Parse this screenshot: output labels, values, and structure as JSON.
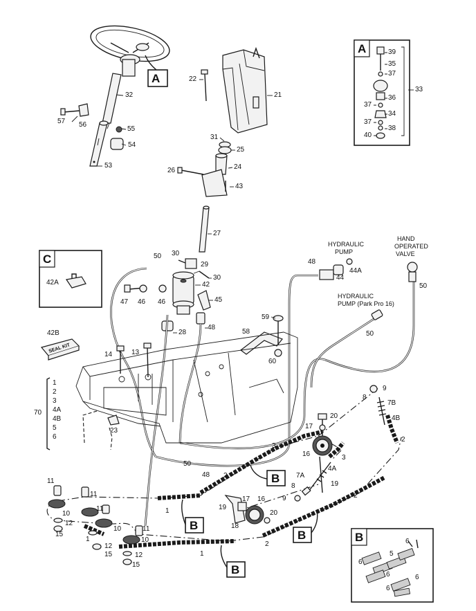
{
  "callouts": {
    "A": "A",
    "B": "B",
    "C": "C"
  },
  "captions": {
    "hydraulic_pump_1": "HYDRAULIC",
    "hydraulic_pump_2": "PUMP",
    "hand_valve_1": "HAND",
    "hand_valve_2": "OPERATED",
    "hand_valve_3": "VALVE",
    "hyd_pump_park_1": "HYDRAULIC",
    "hyd_pump_park_2": "PUMP (Park Pro 16)",
    "seal_kit": "SEAL KIT"
  },
  "kit_list": [
    "1",
    "2",
    "3",
    "4A",
    "4B",
    "5",
    "6"
  ],
  "part_labels": {
    "p32": "32",
    "p57": "57",
    "p56": "56",
    "p55": "55",
    "p54": "54",
    "p53": "53",
    "p22": "22",
    "p21": "21",
    "p31": "31",
    "p25": "25",
    "p26": "26",
    "p24": "24",
    "p43": "43",
    "p27": "27",
    "p30a": "30",
    "p29": "29",
    "p30b": "30",
    "p50a": "50",
    "p42": "42",
    "p45": "45",
    "p47": "47",
    "p46a": "46",
    "p46b": "46",
    "p28": "28",
    "p48a": "48",
    "p42a": "42A",
    "p42b": "42B",
    "p14": "14",
    "p13": "13",
    "p70": "70",
    "p23": "23",
    "p48b": "48",
    "p44": "44",
    "p44a": "44A",
    "p50b": "50",
    "p50c": "50",
    "p59": "59",
    "p58": "58",
    "p60": "60",
    "p9a": "9",
    "p8a": "8",
    "p7b": "7B",
    "p4b": "4B",
    "p2a": "2",
    "p20a": "20",
    "p17a": "17",
    "p16a": "16",
    "p3a": "3",
    "p3b": "3",
    "p4a": "4A",
    "p7a": "7A",
    "p8b": "8",
    "p9b": "9",
    "p19a": "19",
    "p50d": "50",
    "p48c": "48",
    "p2b": "2",
    "p2c": "2",
    "p2d": "2",
    "p19b": "19",
    "p17b": "17",
    "p16b": "16",
    "p20b": "20",
    "p18": "18",
    "p11a": "11",
    "p11b": "11",
    "p11c": "11",
    "p11d": "11",
    "p10a": "10",
    "p10b": "10",
    "p10c": "10",
    "p12a": "12",
    "p12b": "12",
    "p12c": "12",
    "p15a": "15",
    "p15b": "15",
    "p15c": "15",
    "p1a": "1",
    "p1b": "1",
    "p1c": "1",
    "p39": "39",
    "p35": "35",
    "p37a": "37",
    "p33": "33",
    "p36": "36",
    "p37b": "37",
    "p34": "34",
    "p37c": "37",
    "p38": "38",
    "p40": "40",
    "b6a": "6",
    "b6b": "6",
    "b6c": "6",
    "b6d": "6",
    "b6e": "6",
    "b5": "5"
  }
}
